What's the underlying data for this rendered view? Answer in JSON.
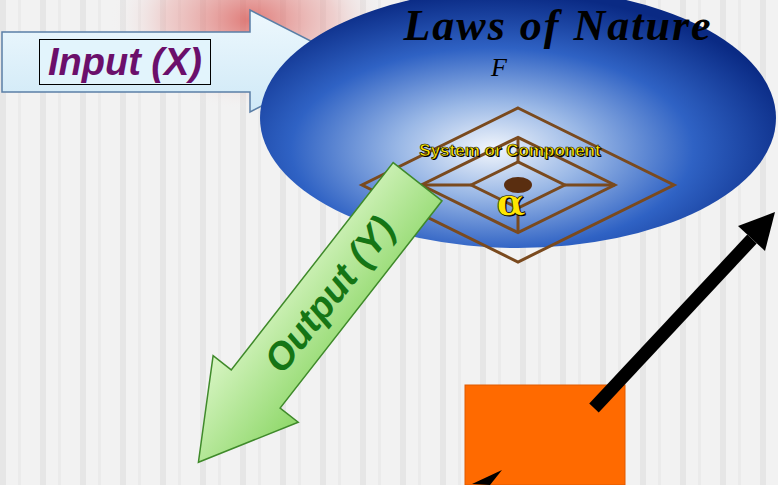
{
  "diagram": {
    "nodes": [
      {
        "text": [
          "Input (X)"
        ]
      },
      {
        "text": [
          "Laws of Nature",
          "F"
        ]
      },
      {
        "text": [
          "System or Component",
          "α"
        ],
        "in": 1
      },
      {
        "text": [
          "Output (Y)"
        ]
      }
    ]
  }
}
